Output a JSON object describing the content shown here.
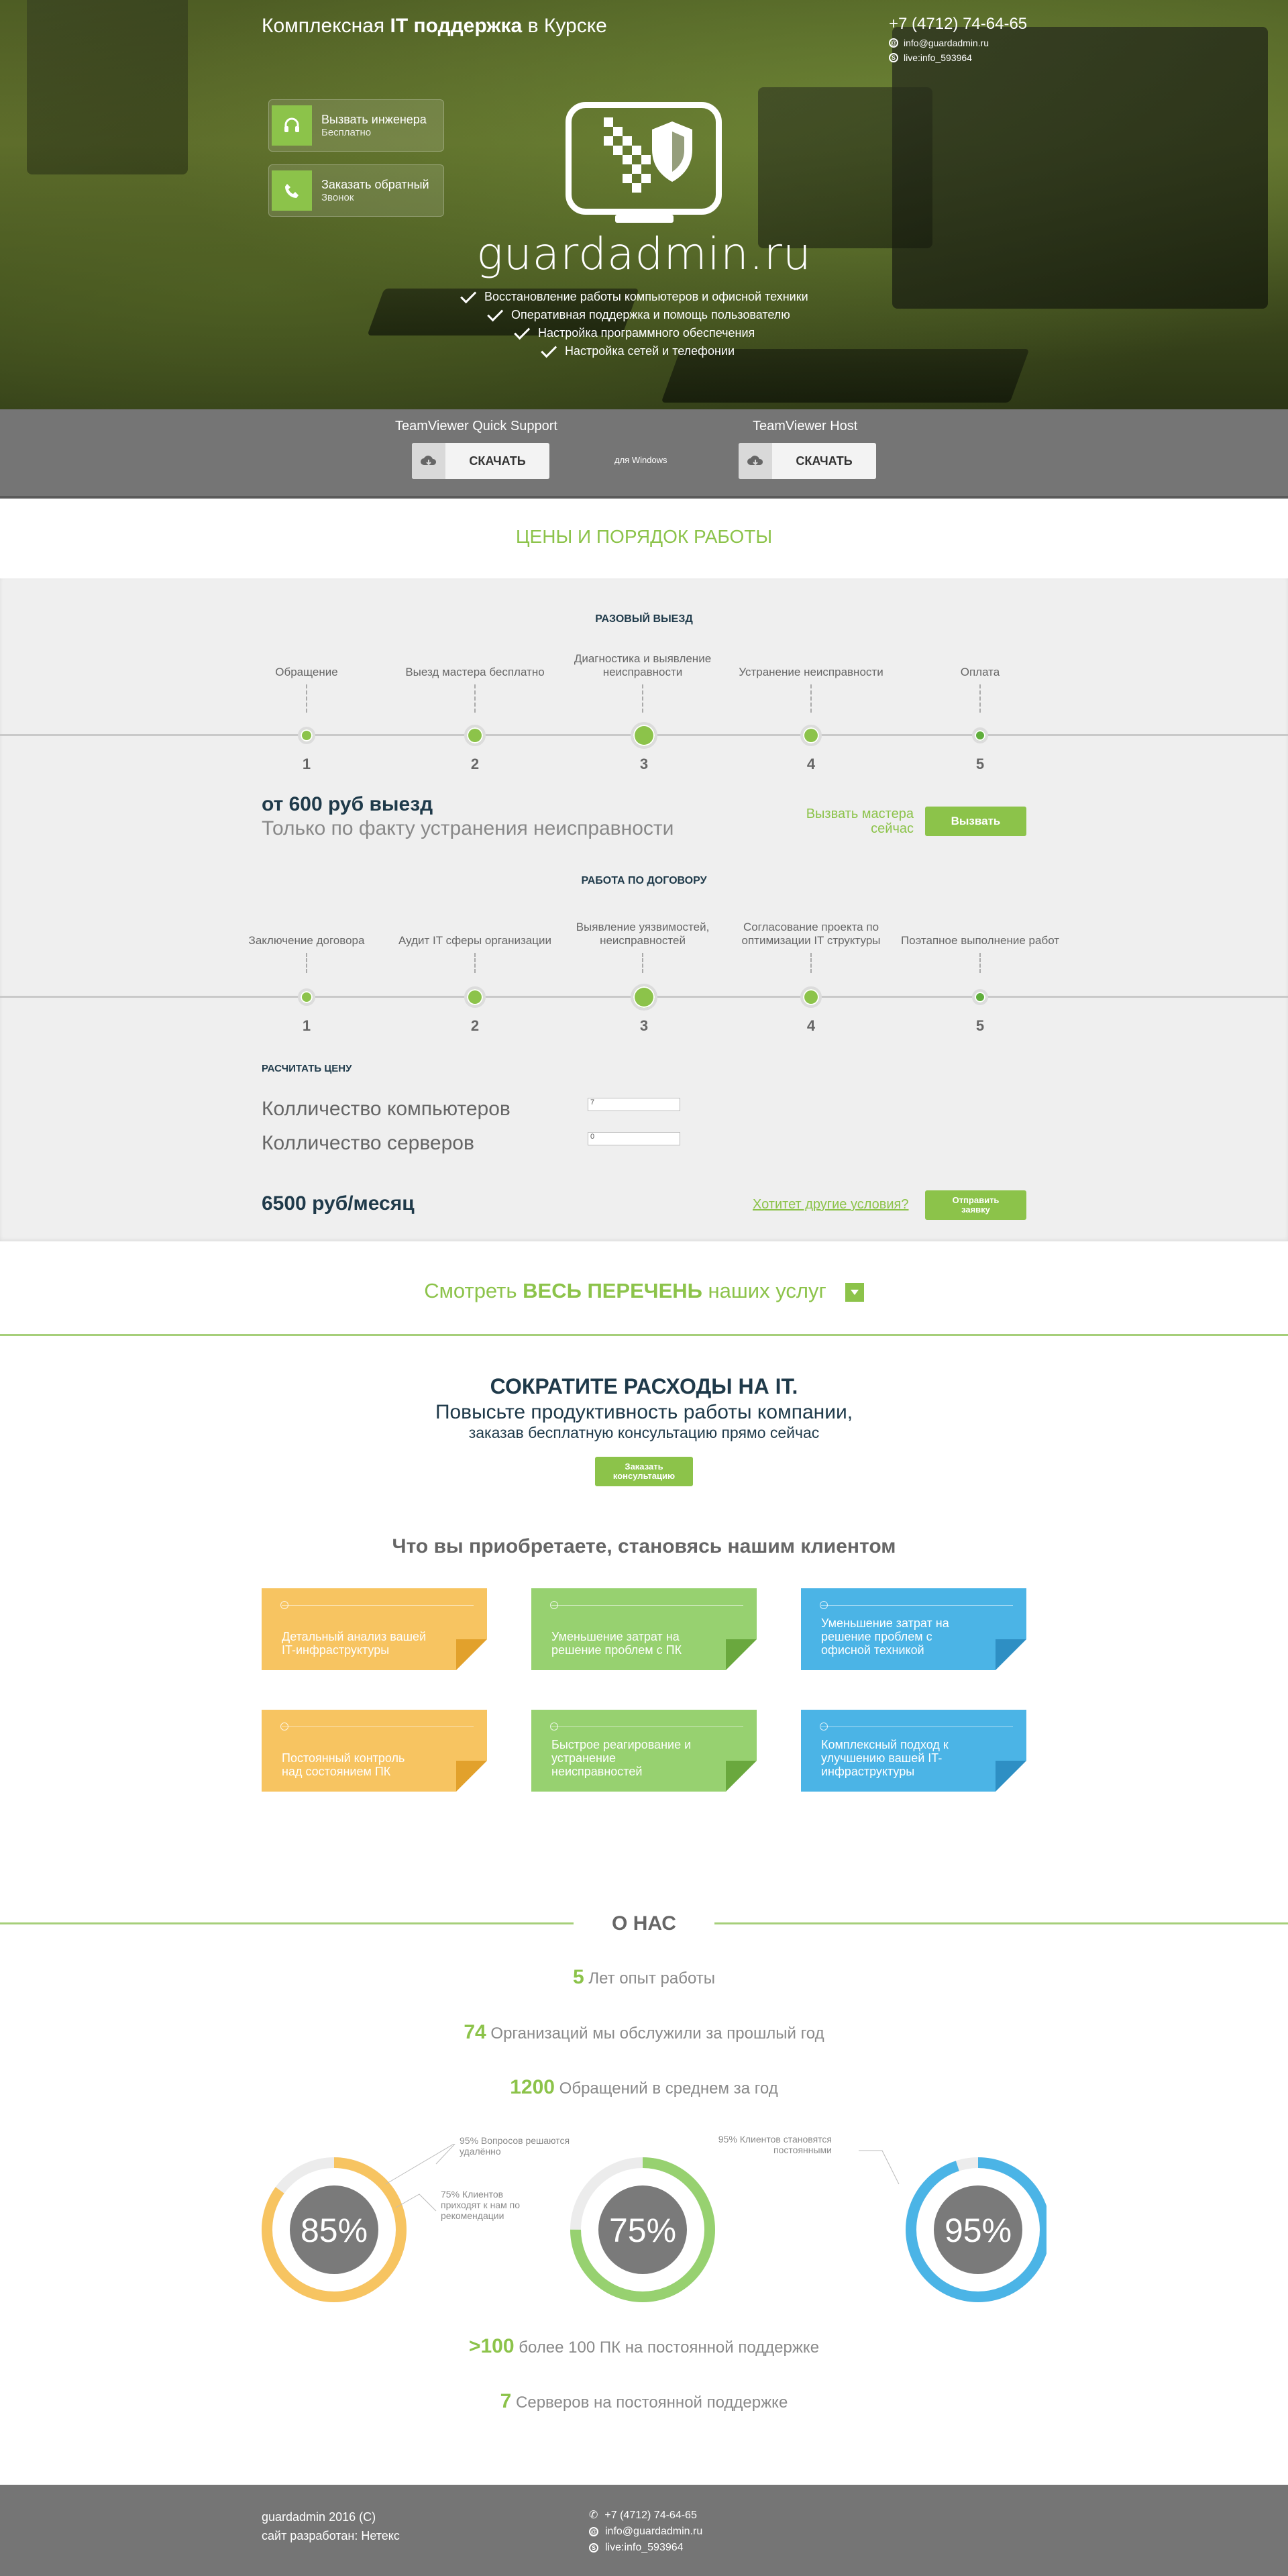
{
  "header": {
    "title_prefix": "Комплексная",
    "title_bold": "IT поддержка",
    "title_suffix": "в Курске",
    "phone": "+7 (4712) 74-64-65",
    "email": "info@guardadmin.ru",
    "skype": "live:info_593964"
  },
  "hero_buttons": [
    {
      "line1": "Вызвать инженера",
      "line2": "Бесплатно",
      "icon": "headset-icon"
    },
    {
      "line1": "Заказать обратный",
      "line2": "Звонок",
      "icon": "phone-icon"
    }
  ],
  "logo": {
    "name": "guardadmin.ru"
  },
  "features": [
    "Восстановление работы компьютеров и офисной техники",
    "Оперативная поддержка и помощь пользователю",
    "Настройка программного обеспечения",
    "Настройка сетей и телефонии"
  ],
  "teamviewer": {
    "quick_title": "TeamViewer Quick Support",
    "host_title": "TeamViewer Host",
    "download_label": "СКАЧАТЬ",
    "windows_label": "для Windows"
  },
  "prices": {
    "heading": "ЦЕНЫ И ПОРЯДОК РАБОТЫ",
    "one_time": {
      "title": "РАЗОВЫЙ ВЫЕЗД",
      "steps": [
        "Обращение",
        "Выезд мастера бесплатно",
        "Диагностика и выявление неисправности",
        "Устранение неисправности",
        "Оплата"
      ],
      "numbers": [
        "1",
        "2",
        "3",
        "4",
        "5"
      ],
      "price": "от 600 руб выезд",
      "note": "Только по факту устранения неисправности",
      "call_text": "Вызвать мастера сейчас",
      "call_button": "Вызвать"
    },
    "contract": {
      "title": "РАБОТА ПО ДОГОВОРУ",
      "steps": [
        "Заключение договора",
        "Аудит IT сферы организации",
        "Выявление уязвимостей, неисправностей",
        "Согласование проекта по оптимизации IT структуры",
        "Поэтапное выполнение работ"
      ],
      "numbers": [
        "1",
        "2",
        "3",
        "4",
        "5"
      ]
    },
    "calc": {
      "title": "РАСЧИТАТЬ ЦЕНУ",
      "computers_label": "Колличество компьютеров",
      "computers_value": "7",
      "servers_label": "Колличество серверов",
      "servers_value": "0",
      "total": "6500 руб/месяц",
      "other_link": "Хотитет другие условия?",
      "send_button": "Отправить заявку"
    }
  },
  "services_link": {
    "prefix": "Смотреть",
    "bold": "ВЕСЬ ПЕРЕЧЕНЬ",
    "suffix": "наших услуг"
  },
  "cta": {
    "title": "СОКРАТИТЕ РАСХОДЫ НА IT.",
    "line2": "Повысьте продуктивность работы компании,",
    "line3": "заказав бесплатную консультацию прямо сейчас",
    "button": "Заказать консультацию"
  },
  "benefits": {
    "heading": "Что вы приобретаете, становясь нашим клиентом",
    "cards": [
      {
        "text": "Детальный анализ вашей IT-инфраструктуры",
        "color": "#f7c461"
      },
      {
        "text": "Уменьшение затрат на решение проблем с ПК",
        "color": "#97d170"
      },
      {
        "text": "Уменьшение затрат на решение проблем с офисной техникой",
        "color": "#4bb4e6"
      },
      {
        "text": "Постоянный контроль над состоянием ПК",
        "color": "#f7c461"
      },
      {
        "text": "Быстрое реагирование и устранение неисправностей",
        "color": "#97d170"
      },
      {
        "text": "Комплексный подход к улучшению вашей IT-инфраструктуры",
        "color": "#4bb4e6"
      }
    ]
  },
  "about": {
    "heading": "О НАС",
    "stats": [
      {
        "value": "5",
        "text": "Лет опыт работы"
      },
      {
        "value": "74",
        "text": "Организаций мы обслужили за прошлый год"
      },
      {
        "value": "1200",
        "text": "Обращений в среднем за год"
      }
    ],
    "circles": [
      {
        "label": "85%",
        "percent": 85,
        "color": "#f7c461",
        "callout": "95% Вопросов решаются удалённо"
      },
      {
        "label": "75%",
        "percent": 75,
        "color": "#97d170",
        "callout": "75% Клиентов приходят к нам по рекомендации"
      },
      {
        "label": "95%",
        "percent": 95,
        "color": "#4bb4e6",
        "callout": "95% Клиентов становятся постоянными"
      }
    ],
    "stats2": [
      {
        "value": ">100",
        "text": "более 100 ПК на постоянной поддержке"
      },
      {
        "value": "7",
        "text": "Серверов на постоянной поддержке"
      }
    ]
  },
  "footer": {
    "copyright": "guardadmin 2016 (С)",
    "developer": "сайт разработан: Нетекс",
    "phone": "+7 (4712) 74-64-65",
    "email": "info@guardadmin.ru",
    "skype": "live:info_593964"
  }
}
